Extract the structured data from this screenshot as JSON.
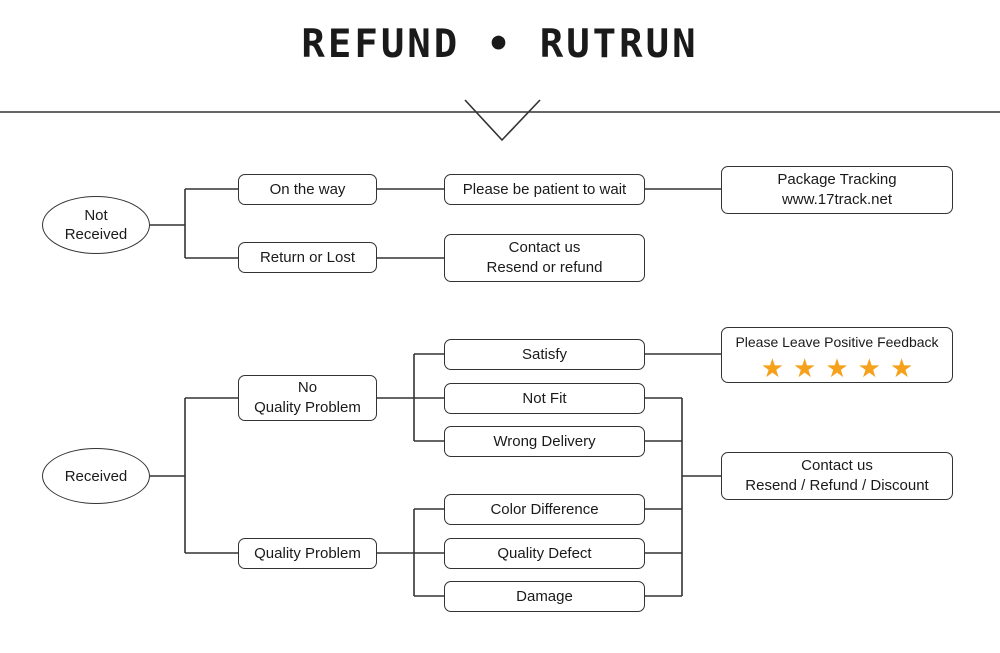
{
  "title": "REFUND • RUTRUN",
  "colors": {
    "star": "#F5A11B",
    "line": "#333333",
    "text": "#1a1a1a"
  },
  "branches": {
    "not_received": {
      "root": {
        "line1": "Not",
        "line2": "Received"
      },
      "items": [
        {
          "label": "On the way"
        },
        {
          "label": "Return or Lost"
        }
      ],
      "results": [
        {
          "line1": "Please be patient to wait",
          "line2": ""
        },
        {
          "line1": "Contact us",
          "line2": "Resend or refund"
        }
      ],
      "final": {
        "line1": "Package Tracking",
        "line2": "www.17track.net"
      }
    },
    "received": {
      "root": {
        "line1": "Received",
        "line2": ""
      },
      "groups": [
        {
          "label": {
            "line1": "No",
            "line2": "Quality Problem"
          },
          "items": [
            {
              "label": "Satisfy"
            },
            {
              "label": "Not Fit"
            },
            {
              "label": "Wrong Delivery"
            }
          ]
        },
        {
          "label": {
            "line1": "Quality Problem",
            "line2": ""
          },
          "items": [
            {
              "label": "Color Difference"
            },
            {
              "label": "Quality Defect"
            },
            {
              "label": "Damage"
            }
          ]
        }
      ],
      "feedback": {
        "text": "Please Leave Positive Feedback",
        "star_count": 5,
        "star_glyph": "★"
      },
      "contact": {
        "line1": "Contact us",
        "line2": "Resend / Refund / Discount"
      }
    }
  }
}
